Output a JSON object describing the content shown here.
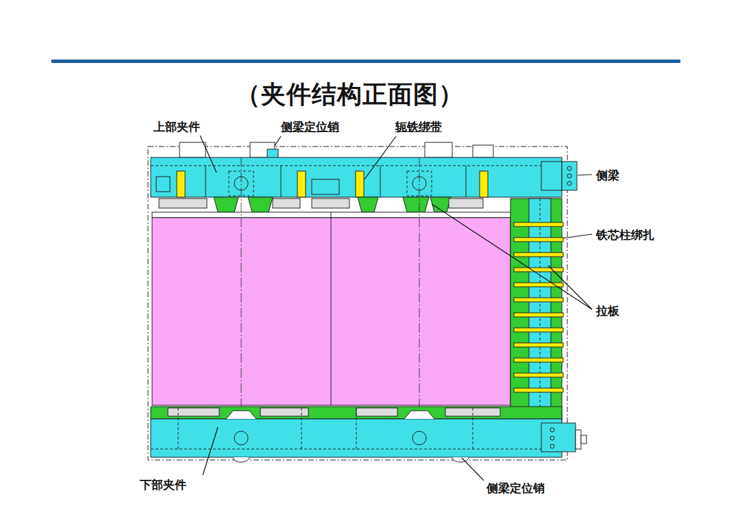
{
  "diagram": {
    "title": "（夹件结构正面图）",
    "labels": [
      "上部夹件",
      "侧梁定位销",
      "轭铁绑带",
      "侧梁",
      "铁芯柱绑扎",
      "拉板",
      "下部夹件",
      "侧梁定位销"
    ]
  }
}
